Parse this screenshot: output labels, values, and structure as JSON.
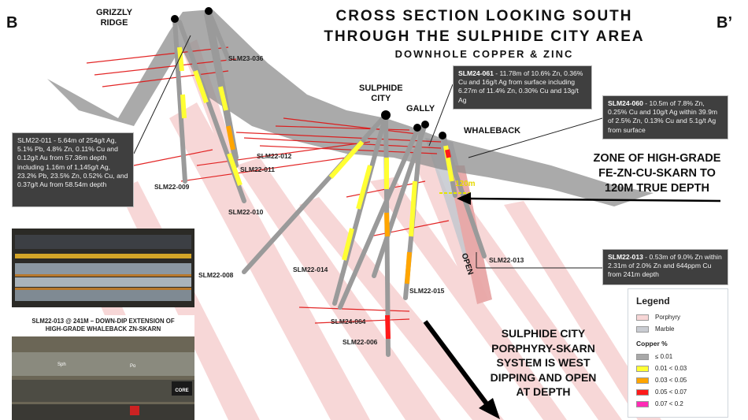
{
  "corners": {
    "left": "B",
    "right": "B’"
  },
  "title": {
    "line1": "CROSS SECTION LOOKING SOUTH",
    "line2": "THROUGH THE SULPHIDE CITY AREA",
    "line3": "DOWNHOLE COPPER & ZINC"
  },
  "places": {
    "grizzly1": "GRIZZLY",
    "grizzly2": "RIDGE",
    "sulphide1": "SULPHIDE",
    "sulphide2": "CITY",
    "gally": "GALLY",
    "whaleback": "WHALEBACK"
  },
  "holes": {
    "slm23_036": "SLM23-036",
    "slm22_012": "SLM22-012",
    "slm22_011": "SLM22-011",
    "slm22_009": "SLM22-009",
    "slm22_010": "SLM22-010",
    "slm22_008": "SLM22-008",
    "slm22_014": "SLM22-014",
    "slm24_064": "SLM24-064",
    "slm22_006": "SLM22-006",
    "slm22_015": "SLM22-015",
    "slm22_013": "SLM22-013"
  },
  "callouts": {
    "c011": "SLM22-011 - 5.64m of 254g/t Ag, 5.1% Pb, 4.8% Zn, 0.11% Cu and 0.12g/t Au from 57.36m depth including 1.16m of 1,145g/t Ag, 23.2% Pb, 23.5% Zn, 0.52% Cu, and 0.37g/t Au from 58.54m depth",
    "c061_head": "SLM24-061",
    "c061_body": " - 11.78m of 10.6% Zn, 0.36% Cu and 16g/t Ag from surface including 6.27m of 11.4% Zn, 0.30% Cu and 13g/t Ag",
    "c060_head": "SLM24-060",
    "c060_body": " - 10.5m of 7.8% Zn, 0.25% Cu and 10g/t Ag within 39.9m of 2.5% Zn, 0.13% Cu and 5.1g/t Ag from surface",
    "c013_head": "SLM22-013",
    "c013_body": " - 0.53m of 9.0% Zn within 2.31m of 2.0% Zn and 644ppm Cu from 241m depth"
  },
  "zone": {
    "line1": "ZONE OF HIGH-GRADE",
    "line2": "FE-ZN-CU-SKARN TO",
    "line3": "120M TRUE DEPTH"
  },
  "depth_label": "120m",
  "open_label": "OPEN",
  "system": {
    "line1": "SULPHIDE CITY",
    "line2": "PORPHYRY-SKARN",
    "line3": "SYSTEM IS WEST",
    "line4": "DIPPING AND OPEN",
    "line5": "AT DEPTH"
  },
  "photo2_caption": {
    "line1": "SLM22-013 @ 241M – DOWN-DIP EXTENSION OF",
    "line2": "HIGH-GRADE WHALEBACK ZN-SKARN"
  },
  "photo2_marks": {
    "a": "Sph",
    "b": "Po"
  },
  "core_logo": "CORE",
  "legend": {
    "title": "Legend",
    "items": [
      {
        "label": "Porphyry",
        "color": "#f7d6d6"
      },
      {
        "label": "Marble",
        "color": "#c9ccd2"
      }
    ],
    "copper_title": "Copper %",
    "copper": [
      {
        "label": "≤ 0.01",
        "color": "#a8a8a8"
      },
      {
        "label": "0.01 < 0.03",
        "color": "#ffff33"
      },
      {
        "label": "0.03 < 0.05",
        "color": "#ffa500"
      },
      {
        "label": "0.05 < 0.07",
        "color": "#ff1a1a"
      },
      {
        "label": "0.07 < 0.2",
        "color": "#ff2bb5"
      }
    ]
  },
  "colors": {
    "porphyry": "#f7d3d3",
    "marble": "#c4c8cf",
    "drill": "#9a9a9a",
    "vein": "#e01010",
    "callout_bg": "#3f3f3f"
  }
}
